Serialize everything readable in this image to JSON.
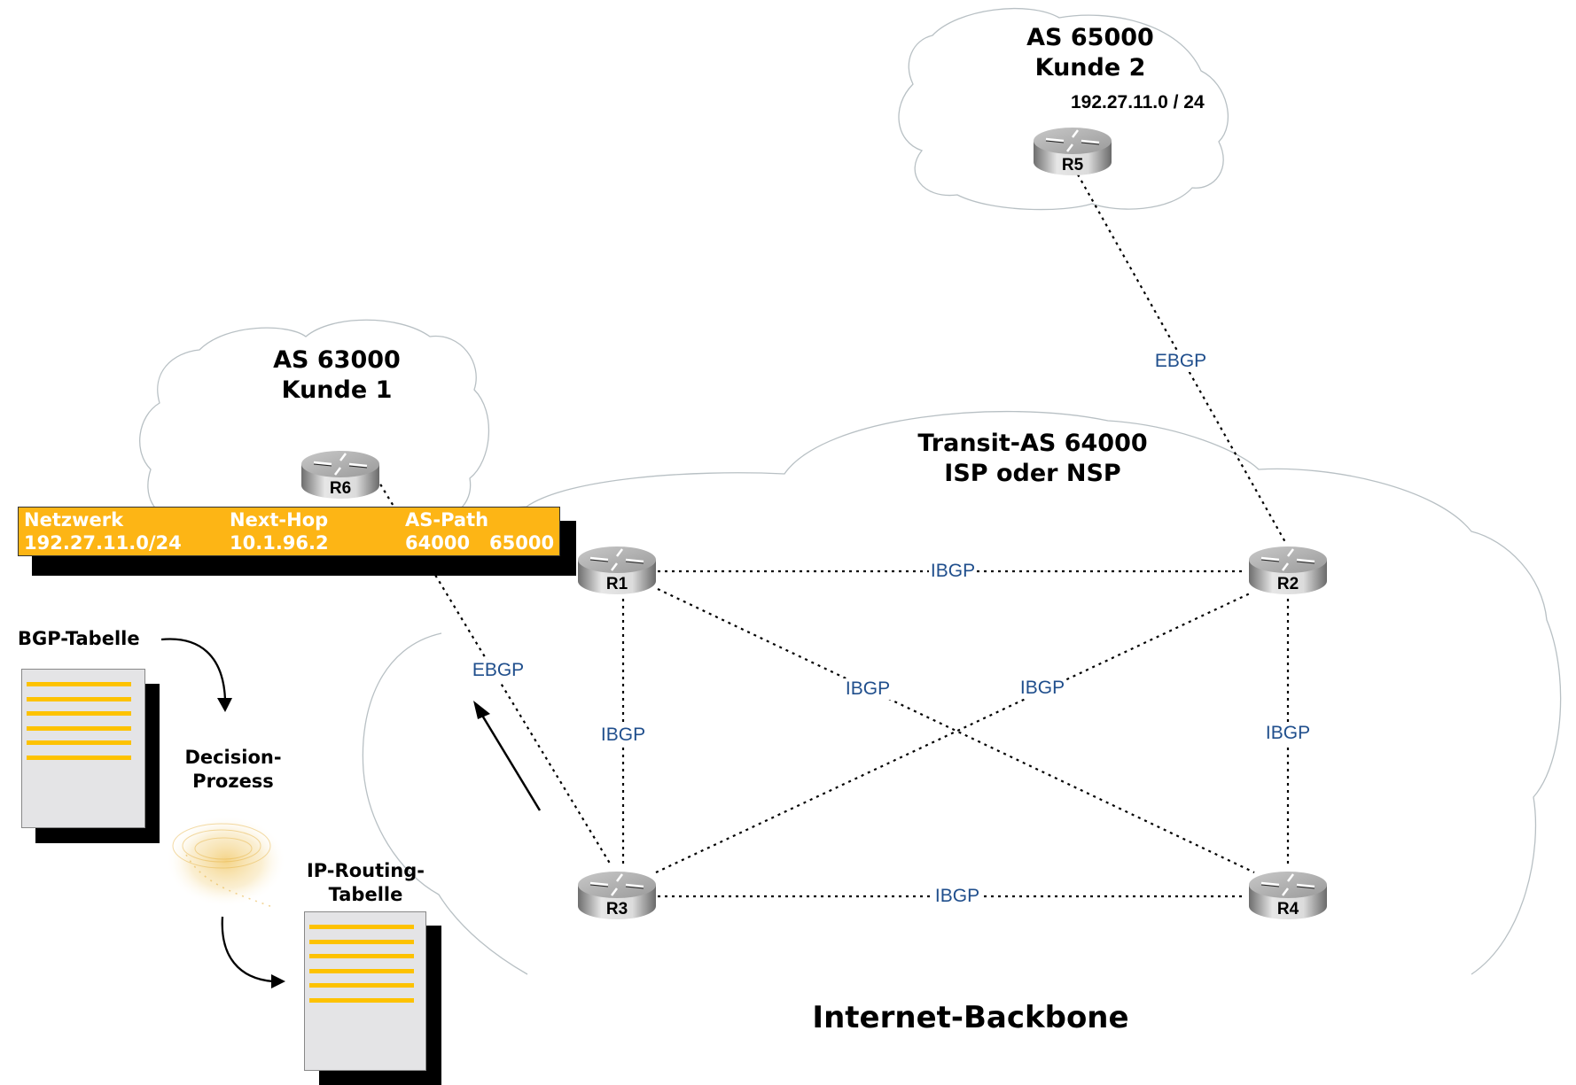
{
  "colors": {
    "label_blue": "#1f4e8c",
    "table_orange": "#fdb515",
    "doc_line_yellow": "#fdc200",
    "cloud_outline": "#b8c0c4"
  },
  "clouds": {
    "kunde2": {
      "title_line1": "AS 65000",
      "title_line2": "Kunde 2",
      "network": "192.27.11.0 / 24"
    },
    "kunde1": {
      "title_line1": "AS 63000",
      "title_line2": "Kunde 1"
    },
    "transit": {
      "title_line1": "Transit-AS 64000",
      "title_line2": "ISP oder NSP"
    },
    "backbone": {
      "title": "Internet-Backbone"
    }
  },
  "routers": [
    {
      "id": "R1",
      "label": "R1",
      "icon": "router-icon"
    },
    {
      "id": "R2",
      "label": "R2",
      "icon": "router-icon"
    },
    {
      "id": "R3",
      "label": "R3",
      "icon": "router-icon"
    },
    {
      "id": "R4",
      "label": "R4",
      "icon": "router-icon"
    },
    {
      "id": "R5",
      "label": "R5",
      "icon": "router-icon"
    },
    {
      "id": "R6",
      "label": "R6",
      "icon": "router-icon"
    }
  ],
  "links": [
    {
      "from": "R5",
      "to": "R2",
      "label": "EBGP"
    },
    {
      "from": "R6",
      "to": "R3",
      "label": "EBGP"
    },
    {
      "from": "R1",
      "to": "R2",
      "label": "IBGP"
    },
    {
      "from": "R1",
      "to": "R3",
      "label": "IBGP"
    },
    {
      "from": "R1",
      "to": "R4",
      "label": "IBGP"
    },
    {
      "from": "R3",
      "to": "R2",
      "label": "IBGP"
    },
    {
      "from": "R2",
      "to": "R4",
      "label": "IBGP"
    },
    {
      "from": "R3",
      "to": "R4",
      "label": "IBGP"
    }
  ],
  "bgp_entry": {
    "headers": [
      "Netzwerk",
      "Next-Hop",
      "AS-Path"
    ],
    "row": [
      "192.27.11.0/24",
      "10.1.96.2",
      "64000   65000"
    ]
  },
  "process": {
    "bgp_table": "BGP-Tabelle",
    "decision_line1": "Decision-",
    "decision_line2": "Prozess",
    "routing_line1": "IP-Routing-",
    "routing_line2": "Tabelle",
    "doc_icon": "document-icon",
    "arrow_icon": "curved-arrow-icon",
    "swirl_icon": "decision-swirl-icon"
  }
}
